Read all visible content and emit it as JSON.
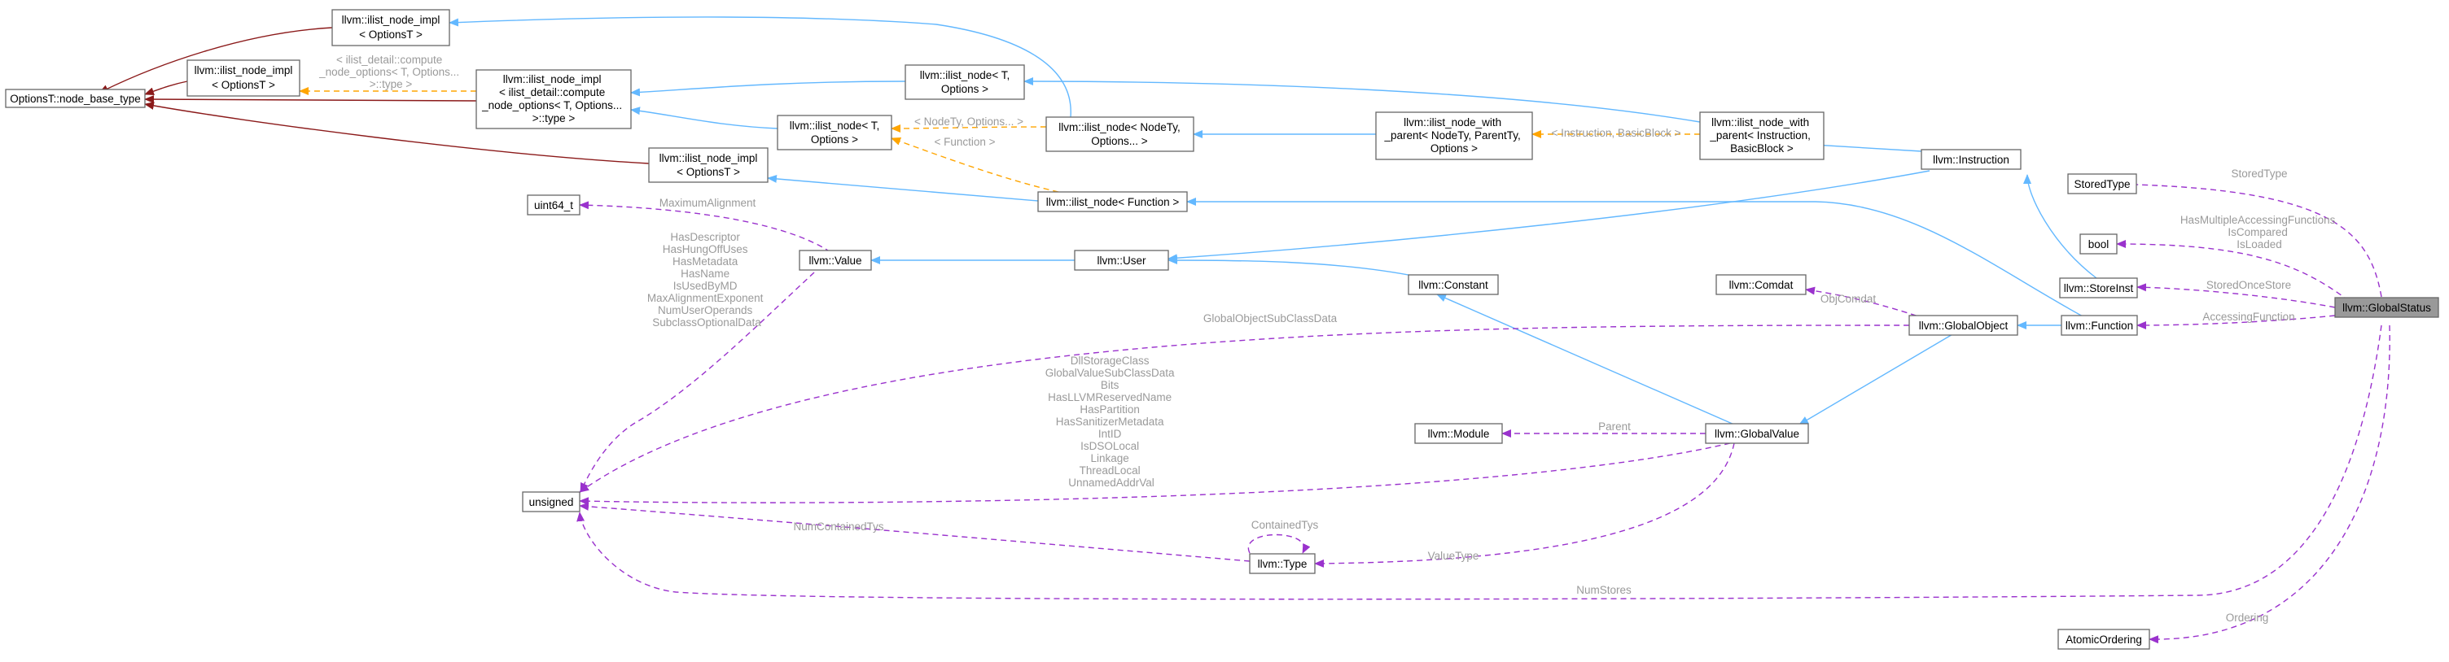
{
  "nodes": {
    "global_status": "llvm::GlobalStatus",
    "options_base": "OptionsT::node_base_type",
    "ilist_impl_top": [
      "llvm::ilist_node_impl",
      "< OptionsT >"
    ],
    "ilist_impl_left": [
      "llvm::ilist_node_impl",
      "< OptionsT >"
    ],
    "ilist_impl_compute": [
      "llvm::ilist_node_impl",
      "< ilist_detail::compute",
      "_node_options< T, Options...",
      ">::type >"
    ],
    "ilist_impl_bottom": [
      "llvm::ilist_node_impl",
      "< OptionsT >"
    ],
    "ilist_node_t": [
      "llvm::ilist_node< T,",
      "Options >"
    ],
    "ilist_node_t2": [
      "llvm::ilist_node< T,",
      "Options >"
    ],
    "ilist_node_nodety": [
      "llvm::ilist_node< NodeTy,",
      "Options... >"
    ],
    "ilist_with_parent": [
      "llvm::ilist_node_with",
      "_parent< NodeTy, ParentTy,",
      "Options >"
    ],
    "ilist_with_parent_inst": [
      "llvm::ilist_node_with",
      "_parent< Instruction,",
      "BasicBlock >"
    ],
    "ilist_node_function": "llvm::ilist_node< Function >",
    "instruction": "llvm::Instruction",
    "uint64": "uint64_t",
    "value": "llvm::Value",
    "user": "llvm::User",
    "constant": "llvm::Constant",
    "comdat": "llvm::Comdat",
    "global_object": "llvm::GlobalObject",
    "function": "llvm::Function",
    "store_inst": "llvm::StoreInst",
    "stored_type": "StoredType",
    "bool": "bool",
    "module": "llvm::Module",
    "global_value": "llvm::GlobalValue",
    "unsigned": "unsigned",
    "type": "llvm::Type",
    "atomic_ordering": "AtomicOrdering"
  },
  "edge_labels": {
    "compute_tmpl": [
      "< ilist_detail::compute",
      "_node_options< T, Options...",
      ">::type >"
    ],
    "nodety_options": "< NodeTy, Options... >",
    "function_tmpl": "< Function >",
    "inst_bb": "< Instruction, BasicBlock >",
    "max_alignment": "MaximumAlignment",
    "value_fields": [
      "HasDescriptor",
      "HasHungOffUses",
      "HasMetadata",
      "HasName",
      "IsUsedByMD",
      "MaxAlignmentExponent",
      "NumUserOperands",
      "SubclassOptionalData"
    ],
    "go_subclass": "GlobalObjectSubClassData",
    "obj_comdat": "ObjComdat",
    "gv_fields": [
      "DllStorageClass",
      "GlobalValueSubClassData",
      "Bits",
      "HasLLVMReservedName",
      "HasPartition",
      "HasSanitizerMetadata",
      "IntID",
      "IsDSOLocal",
      "Linkage",
      "ThreadLocal",
      "UnnamedAddrVal"
    ],
    "parent": "Parent",
    "num_contained": "NumContainedTys",
    "contained": "ContainedTys",
    "value_type": "ValueType",
    "num_stores": "NumStores",
    "stored_type": "StoredType",
    "bool_fields": [
      "HasMultipleAccessingFunctions",
      "IsCompared",
      "IsLoaded"
    ],
    "stored_once": "StoredOnceStore",
    "accessing_fn": "AccessingFunction",
    "ordering": "Ordering"
  },
  "colors": {
    "public_inheritance": "#63b8ff",
    "protected_inheritance": "#8b1a1a",
    "template_instance": "#ffa500",
    "usage": "#9a32cd",
    "focus_fill": "#999999",
    "label_gray": "#9a9a9a"
  }
}
